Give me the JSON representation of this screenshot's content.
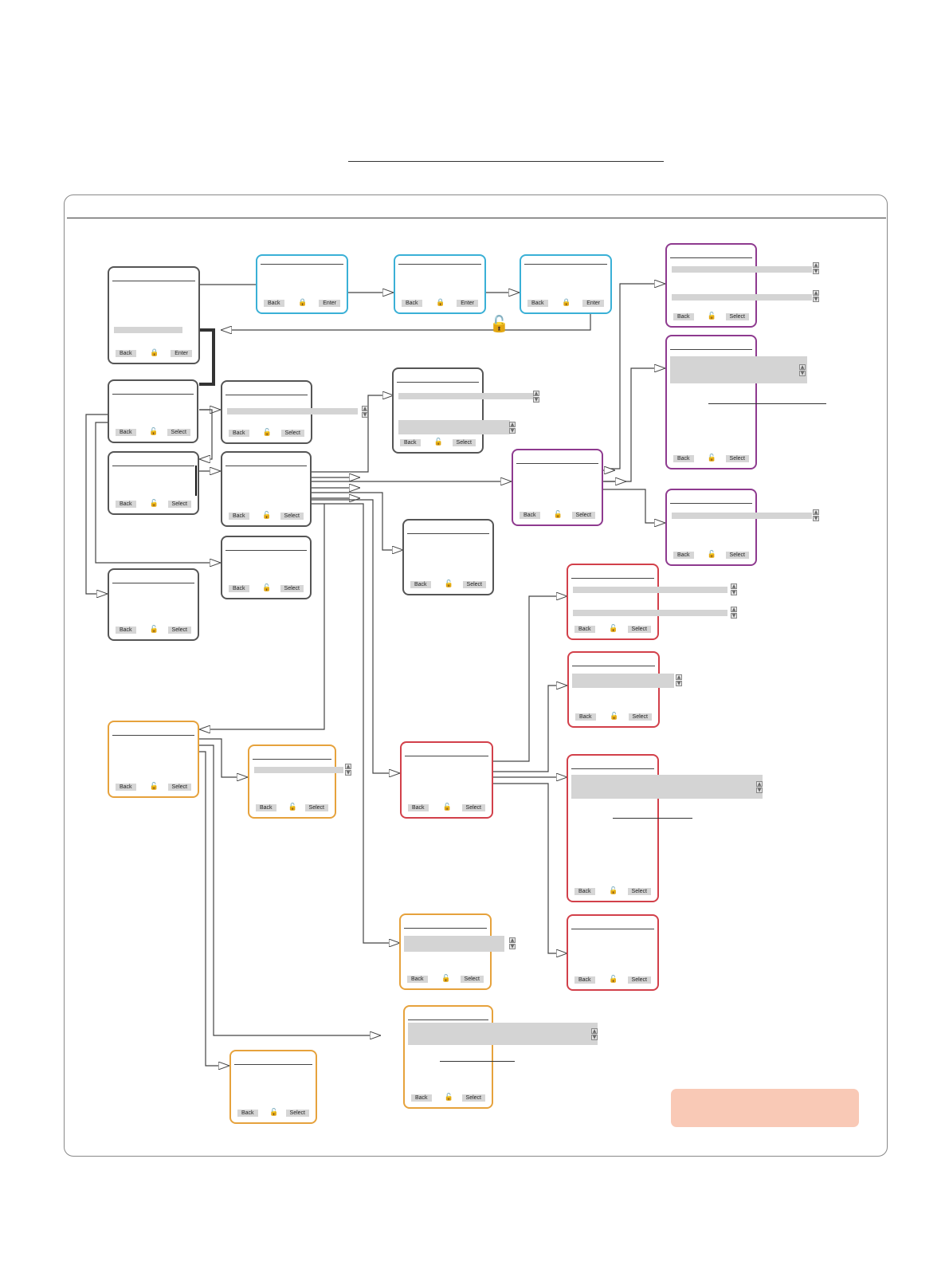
{
  "labels": {
    "back": "Back",
    "enter": "Enter",
    "select": "Select"
  },
  "icons": {
    "locked": "lock-closed-icon",
    "unlocked": "lock-open-icon"
  },
  "colors": {
    "frame": "#888888",
    "connector": "#444444",
    "lock_group": "#3ab0d6",
    "purple_group": "#8e3a8f",
    "red_group": "#d2404a",
    "orange_group": "#e6a23c",
    "neutral_group": "#555555",
    "note_box": "#f9c9b6"
  }
}
